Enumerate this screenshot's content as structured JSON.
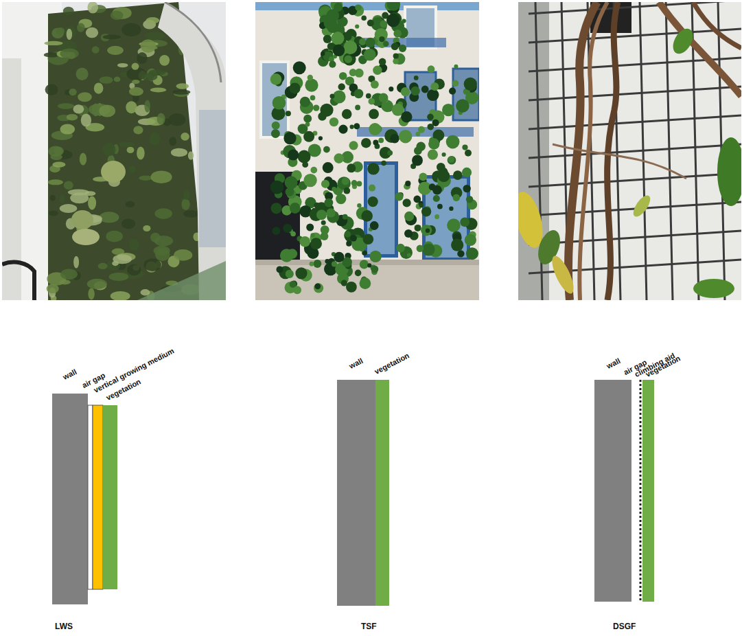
{
  "diagram": {
    "labels": [
      "wall",
      "air gap",
      "vertical growing medium",
      "vegetation",
      "LWS",
      "wall",
      "vegetation",
      "TSF",
      "wall",
      "air gap",
      "climbing aid",
      "vegetation",
      "DSGF"
    ]
  }
}
